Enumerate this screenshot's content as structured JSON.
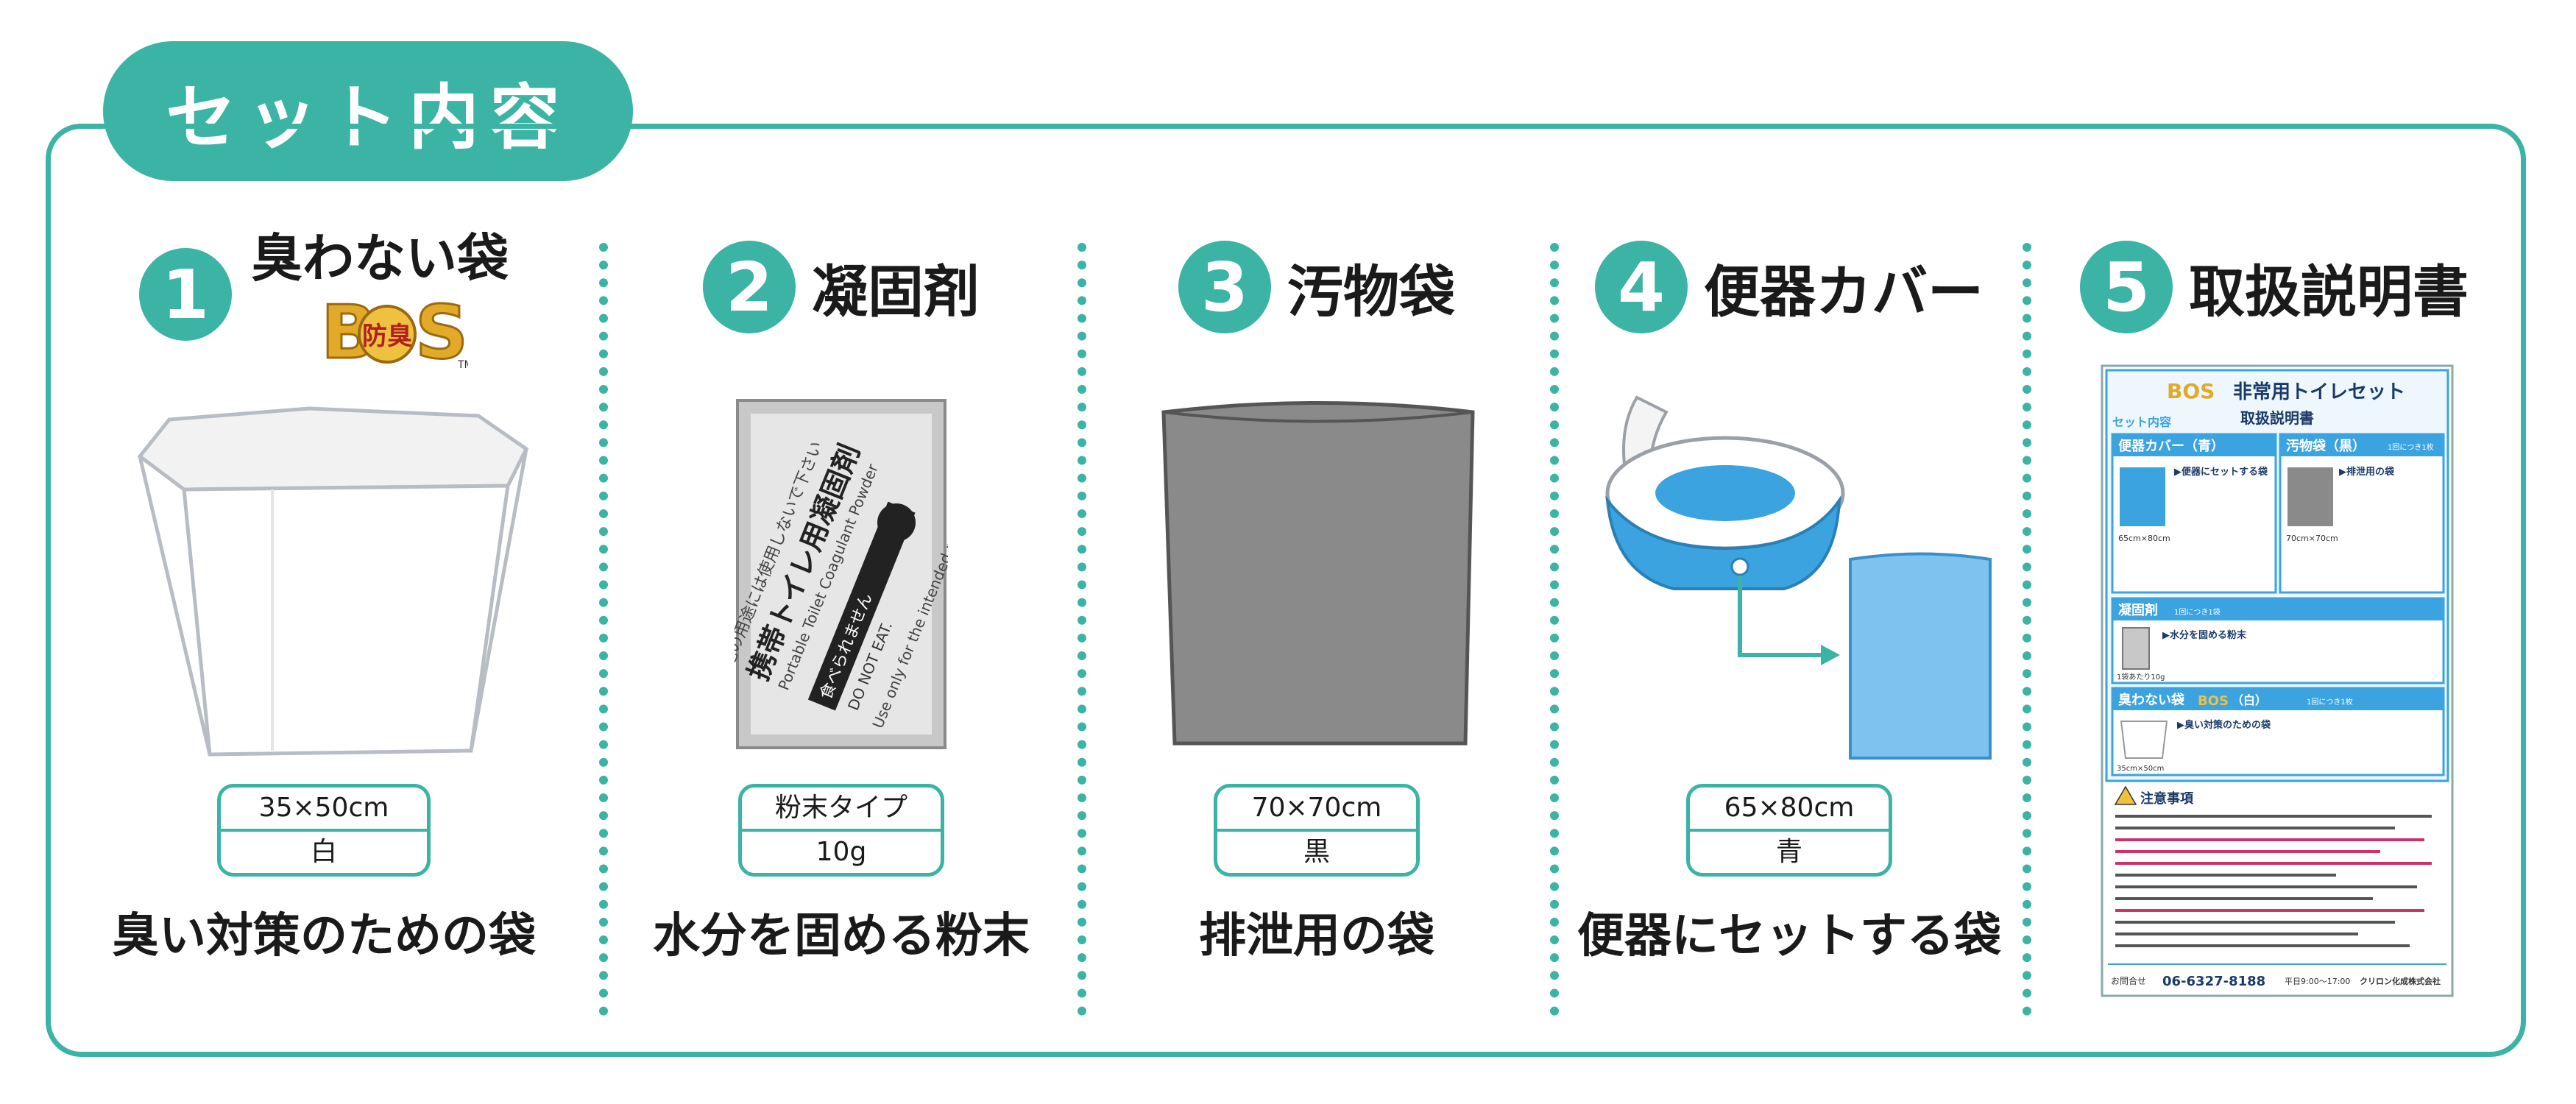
{
  "title": "セット内容",
  "colors": {
    "teal": "#3bb3a5",
    "gold": "#e3a928",
    "blue": "#3aa3e0",
    "gray": "#8a8a8a"
  },
  "items": [
    {
      "number": "1",
      "label": "臭わない袋",
      "logo": "BOS",
      "logo_mark": "防臭",
      "trademark": "TM",
      "spec_top": "35×50cm",
      "spec_bottom": "白",
      "description": "臭い対策のための袋"
    },
    {
      "number": "2",
      "label": "凝固剤",
      "spec_top": "粉末タイプ",
      "spec_bottom": "10g",
      "description": "水分を固める粉末",
      "packet": {
        "name": "携帯トイレ用凝固剤",
        "en": "Portable Toilet Coagulant Powder",
        "note_jp": "他の用途には使用しないで下さい",
        "note_en": "Use only for the intended purpose.",
        "warn_jp": "食べられません",
        "warn_en": "DO NOT EAT."
      }
    },
    {
      "number": "3",
      "label": "汚物袋",
      "spec_top": "70×70cm",
      "spec_bottom": "黒",
      "description": "排泄用の袋"
    },
    {
      "number": "4",
      "label": "便器カバー",
      "spec_top": "65×80cm",
      "spec_bottom": "青",
      "description": "便器にセットする袋"
    },
    {
      "number": "5",
      "label": "取扱説明書"
    }
  ],
  "manual": {
    "brand": "BOS",
    "title": "非常用トイレセット",
    "subtitle": "取扱説明書",
    "set_label": "セット内容",
    "cover": {
      "title": "便器カバー（青）",
      "heading": "▶便器にセットする袋",
      "size": "65cm×80cm"
    },
    "waste": {
      "title": "汚物袋（黒）",
      "badge": "1回につき1枚",
      "heading": "▶排泄用の袋",
      "size": "70cm×70cm"
    },
    "coag": {
      "title": "凝固剤",
      "badge": "1回につき1袋",
      "heading": "▶水分を固める粉末",
      "size": "1袋あたり10g"
    },
    "bos": {
      "title": "臭わない袋",
      "logo": "BOS",
      "suffix": "（白）",
      "badge": "1回につき1枚",
      "heading": "▶臭い対策のための袋",
      "size": "35cm×50cm"
    },
    "caution": "注意事項",
    "contact_label": "お問合せ",
    "phone": "06-6327-8188",
    "hours": "平日9:00〜17:00",
    "company": "クリロン化成株式会社"
  }
}
